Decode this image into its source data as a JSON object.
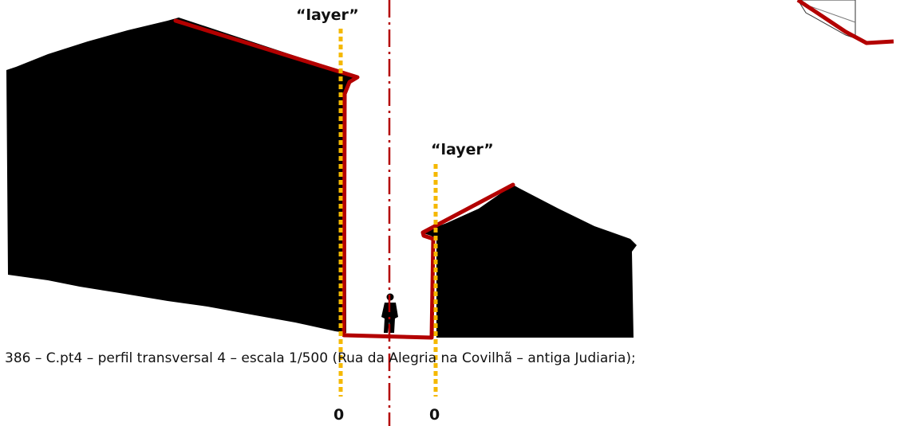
{
  "figure": {
    "layer_label_left": "“layer”",
    "layer_label_right": "“layer”",
    "zero_label_left": "0",
    "zero_label_right": "0",
    "caption": "386 – C.pt4 – perfil transversal 4 – escala 1/500 (Rua da Alegria na Covilhã – antiga Judiaria);"
  },
  "colors": {
    "profile_line": "#b30000",
    "layer_line": "#f5b800",
    "building_fill": "#000000",
    "axis_line": "#b30000"
  }
}
